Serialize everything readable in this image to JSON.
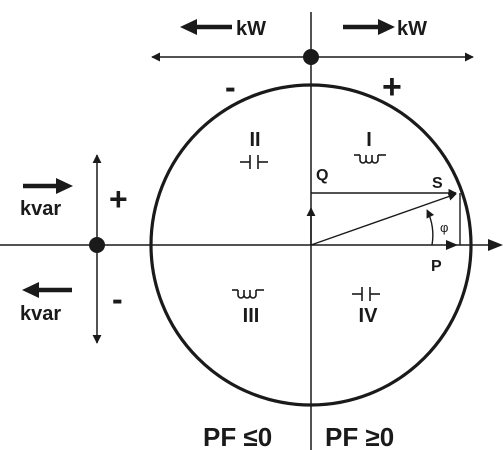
{
  "colors": {
    "ink": "#1a1a1a",
    "background": "#ffffff"
  },
  "top": {
    "left_unit": "kW",
    "right_unit": "kW",
    "minus_sign": "-",
    "plus_sign": "+"
  },
  "left": {
    "upper_unit": "kvar",
    "lower_unit": "kvar",
    "plus_sign": "+",
    "minus_sign": "-"
  },
  "quadrants": {
    "I": "I",
    "II": "II",
    "III": "III",
    "IV": "IV"
  },
  "vectors": {
    "q_label": "Q",
    "s_label": "S",
    "p_label": "P",
    "phi_label": "φ"
  },
  "bottom": {
    "pf_left": "PF ≤0",
    "pf_right": "PF ≥0"
  },
  "icons": {
    "inductor": "inductor-icon",
    "capacitor": "capacitor-icon"
  }
}
